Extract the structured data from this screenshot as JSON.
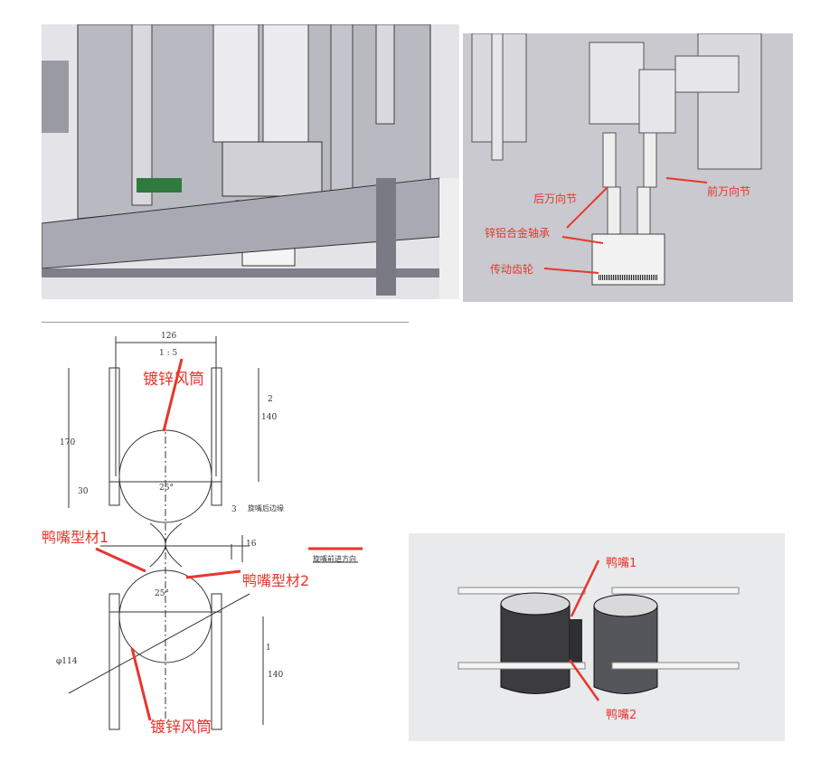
{
  "top_right": {
    "labels": {
      "rear_joint": "后万向节",
      "front_joint": "前万向节",
      "bearing": "锌铝合金轴承",
      "gear": "传动齿轮"
    }
  },
  "drawing": {
    "labels": {
      "duct_top": "镀锌风筒",
      "duct_bottom": "镀锌风筒",
      "profile1": "鸭嘴型材1",
      "profile2": "鸭嘴型材2"
    },
    "dims": {
      "width": "126",
      "scale": "1 : 5",
      "h170": "170",
      "h140_top": "140",
      "h30": "30",
      "angle_top": "25°",
      "angle_bottom": "25°",
      "ref2": "2",
      "ref3": "3",
      "gap16": "16",
      "ref1": "1",
      "diameter": "φ114",
      "h140_bottom": "140",
      "note_edge": "旋嘴后边缘",
      "note_direction": "旋嘴前进方向"
    }
  },
  "bottom_right": {
    "labels": {
      "duckbill1": "鸭嘴1",
      "duckbill2": "鸭嘴2"
    }
  },
  "colors": {
    "annotation": "#e8362d",
    "cad_bg": "#c9c9cf",
    "render_bg": "#e9eaec"
  }
}
